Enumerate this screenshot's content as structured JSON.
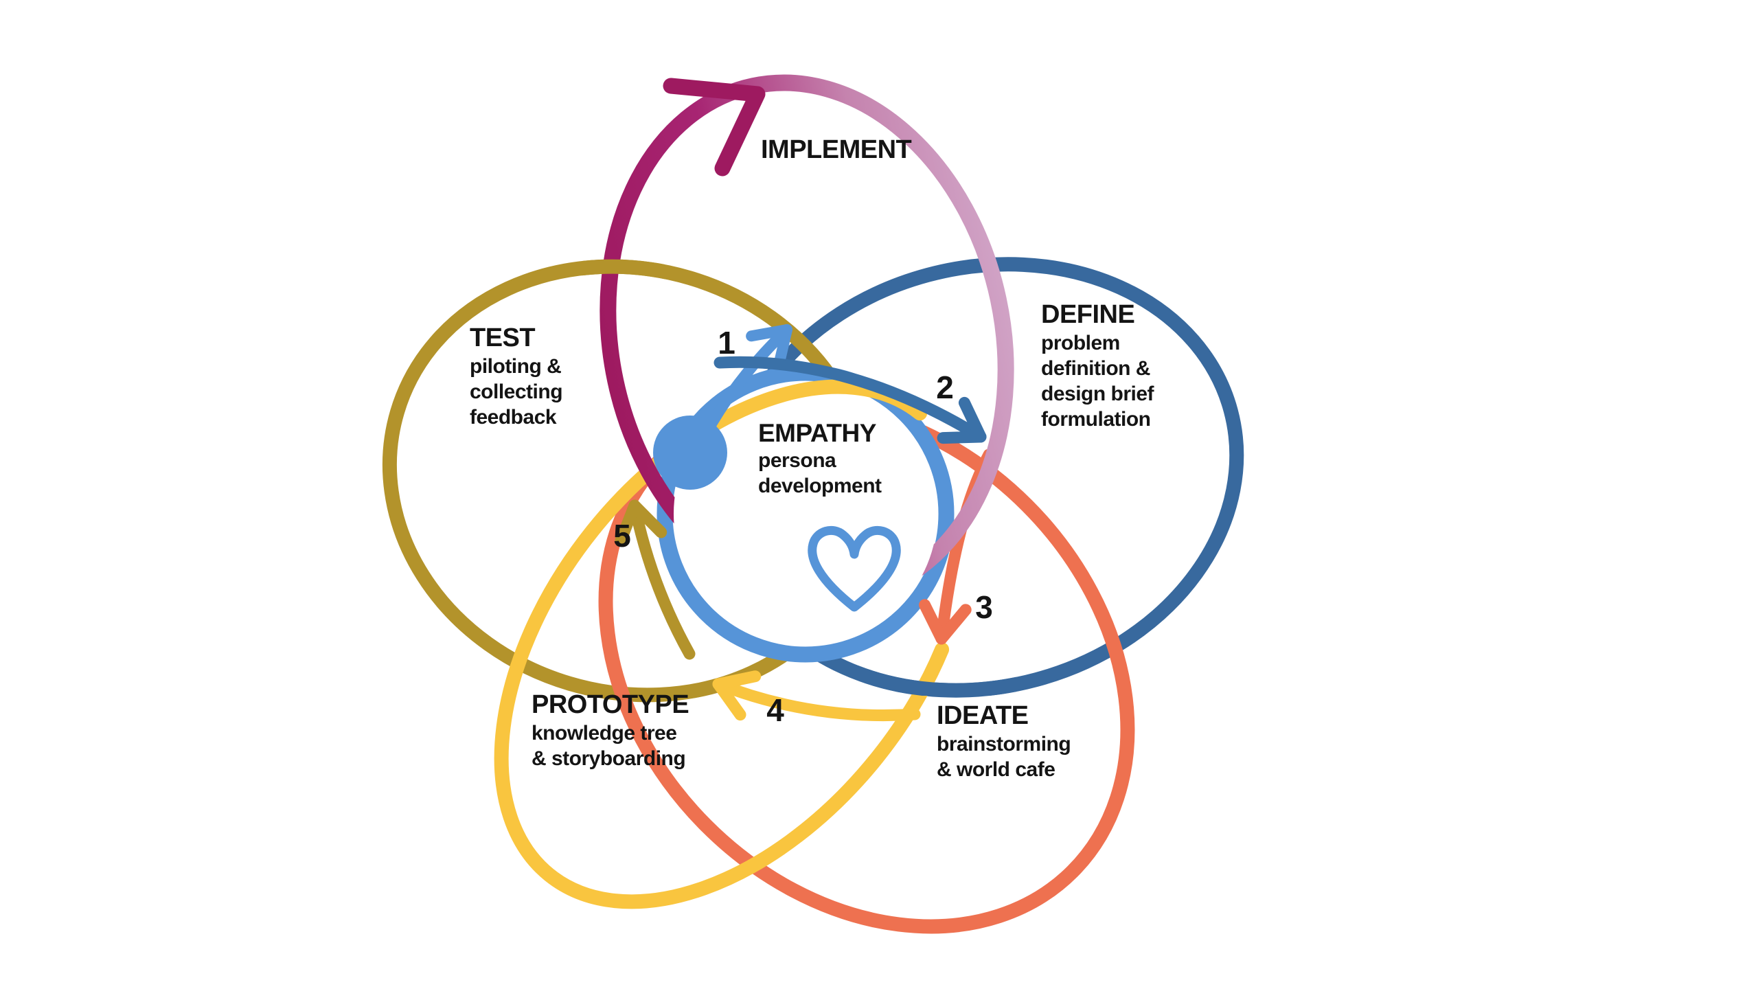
{
  "diagram": {
    "background": "#ffffff",
    "description": "Design thinking five-petal loop diagram"
  },
  "stages": {
    "implement": {
      "label": "IMPLEMENT",
      "color_dark": "#9e1a60",
      "color_light": "#d0a2c5",
      "lines": []
    },
    "define": {
      "label": "DEFINE",
      "color": "#38699e",
      "lines": [
        "problem",
        "definition &",
        "design brief",
        "formulation"
      ]
    },
    "ideate": {
      "label": "IDEATE",
      "color": "#ee7150",
      "lines": [
        "brainstorming",
        "& world cafe"
      ]
    },
    "prototype": {
      "label": "PROTOTYPE",
      "color": "#f9c53f",
      "lines": [
        "knowledge tree",
        "& storyboarding"
      ]
    },
    "test": {
      "label": "TEST",
      "color": "#b3932b",
      "lines": [
        "piloting &",
        "collecting",
        "feedback"
      ]
    },
    "empathy": {
      "label": "EMPATHY",
      "color": "#5694d8",
      "lines": [
        "persona",
        "development"
      ]
    }
  },
  "steps": {
    "s1": "1",
    "s2": "2",
    "s3": "3",
    "s4": "4",
    "s5": "5"
  },
  "icons": {
    "heart": "heart-outline-icon",
    "loop_arrow": "implement-arrowhead-icon",
    "start_dot": "start-dot"
  },
  "colors": {
    "ring_blue": "#5694d8",
    "arrow1_blue": "#5694d8",
    "arrow2_blue": "#3a71a8",
    "arrow3_orange": "#ee7150",
    "arrow4_yellow": "#f9c53f",
    "arrow5_olive": "#b3932b",
    "text": "#141414"
  }
}
